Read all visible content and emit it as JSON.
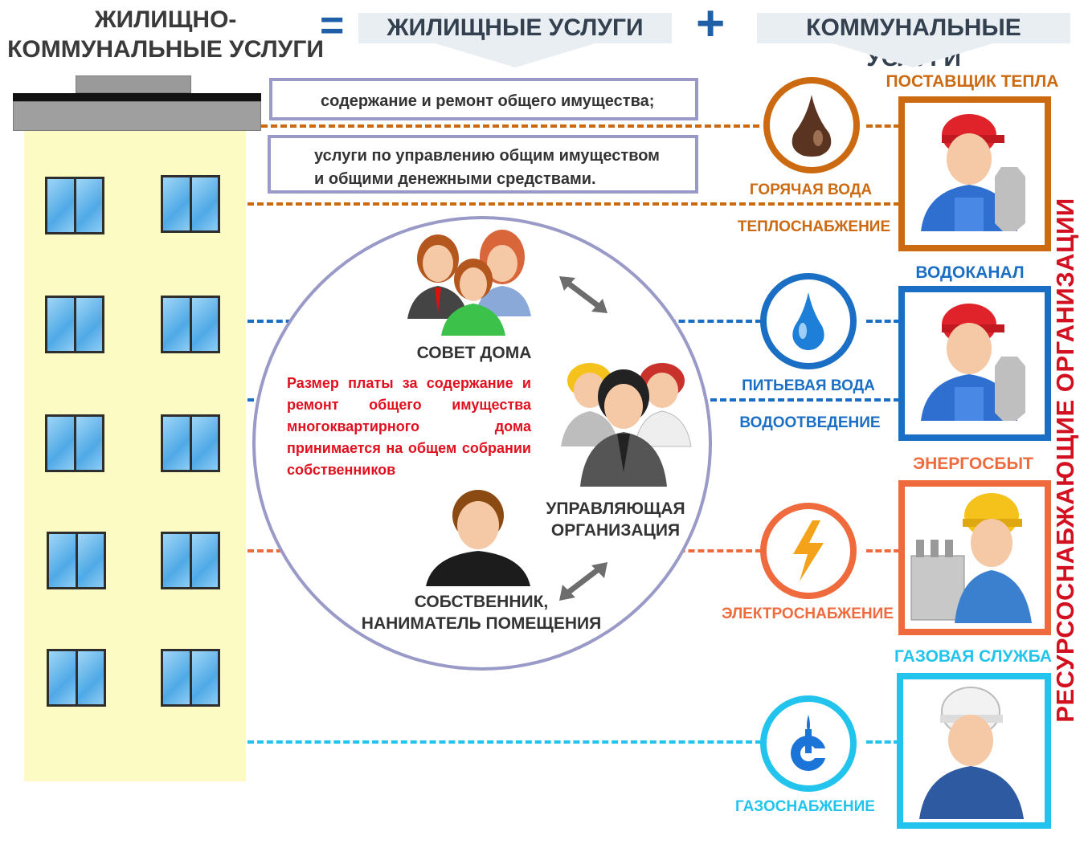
{
  "header": {
    "title_line1": "ЖИЛИЩНО-",
    "title_line2": "КОММУНАЛЬНЫЕ УСЛУГИ",
    "equals": "=",
    "housing": "ЖИЛИЩНЫЕ УСЛУГИ",
    "plus": "+",
    "communal": "КОММУНАЛЬНЫЕ УСЛУГИ"
  },
  "housing_services": [
    "содержание и ремонт общего имущества;",
    "услуги по управлению общим имуществом",
    "и общими денежными средствами."
  ],
  "circle": {
    "council": "СОВЕТ  ДОМА",
    "note": "Размер платы за содержание и ремонт общего имущества многоквартирного дома принимается на общем собрании собственников",
    "management_line1": "УПРАВЛЯЮЩАЯ",
    "management_line2": "ОРГАНИЗАЦИЯ",
    "owner_line1": "СОБСТВЕННИК,",
    "owner_line2": "НАНИМАТЕЛЬ ПОМЕЩЕНИЯ"
  },
  "utilities": [
    {
      "service1": "ГОРЯЧАЯ ВОДА",
      "service2": "ТЕПЛОСНАБЖЕНИЕ",
      "provider": "ПОСТАВЩИК  ТЕПЛА",
      "color": "#cc6a12"
    },
    {
      "service1": "ПИТЬЕВАЯ ВОДА",
      "service2": "ВОДООТВЕДЕНИЕ",
      "provider": "ВОДОКАНАЛ",
      "color": "#1a6fc4"
    },
    {
      "service1": "ЭЛЕКТРОСНАБЖЕНИЕ",
      "provider": "ЭНЕРГОСБЫТ",
      "color": "#ef6a3c"
    },
    {
      "service1": "ГАЗОСНАБЖЕНИЕ",
      "provider": "ГАЗОВАЯ СЛУЖБА",
      "color": "#22c4ee"
    }
  ],
  "side_label": "РЕСУРСОСНАБЖАЮЩИЕ  ОРГАНИЗАЦИИ",
  "colors": {
    "heat": "#cc6a12",
    "water": "#1a6fc4",
    "power": "#ef6a3c",
    "gas": "#22c4ee",
    "note": "#e0101f",
    "header_blue": "#1f5fa8"
  },
  "icons": [
    "oil-drop-icon",
    "water-drop-icon",
    "lightning-icon",
    "gas-flame-icon",
    "worker-icon",
    "people-group-icon",
    "manager-icon",
    "owner-icon",
    "double-arrow-icon"
  ]
}
